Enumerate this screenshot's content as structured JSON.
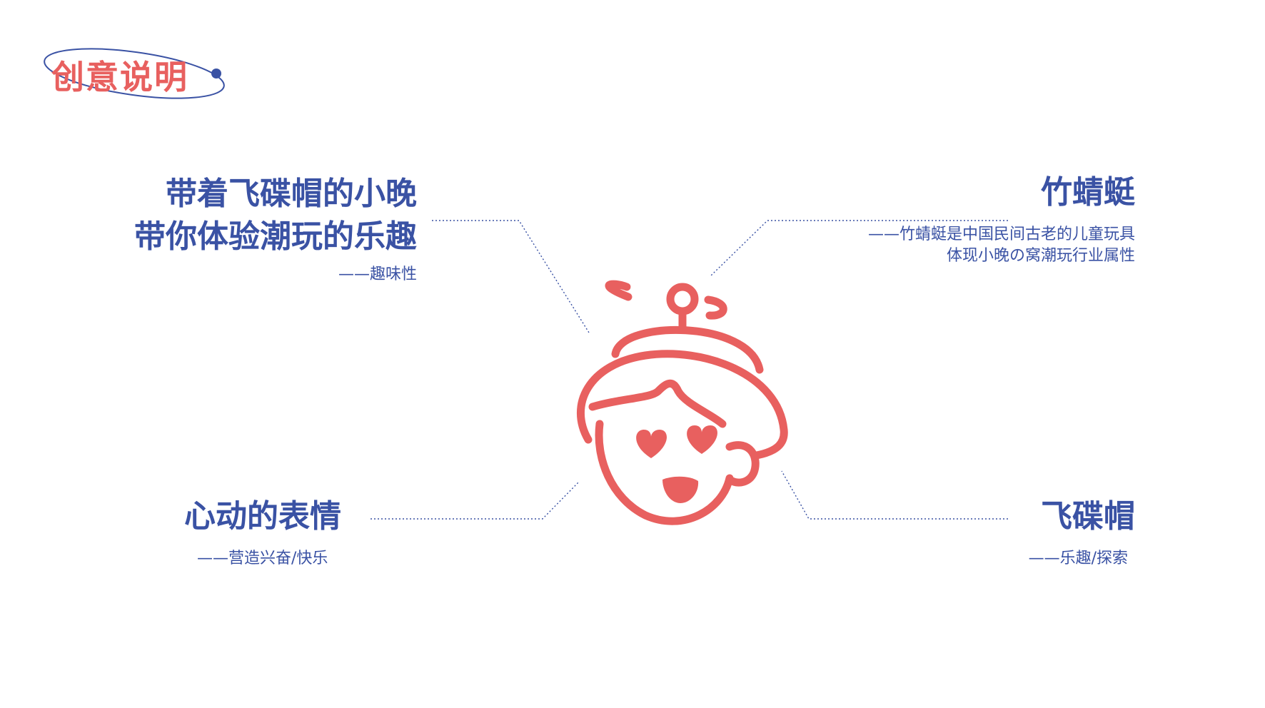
{
  "header": {
    "title": "创意说明"
  },
  "points": {
    "top_left": {
      "line1": "带着飞碟帽的小晚",
      "line2": "带你体验潮玩的乐趣",
      "sub": "——趣味性"
    },
    "top_right": {
      "title": "竹蜻蜓",
      "sub1": "——竹蜻蜓是中国民间古老的儿童玩具",
      "sub2": "体现小晚の窝潮玩行业属性"
    },
    "bottom_left": {
      "title": "心动的表情",
      "sub": "——营造兴奋/快乐"
    },
    "bottom_right": {
      "title": "飞碟帽",
      "sub": "——乐趣/探索"
    }
  },
  "colors": {
    "accent_red": "#e8605f",
    "accent_blue": "#3a52a4"
  }
}
